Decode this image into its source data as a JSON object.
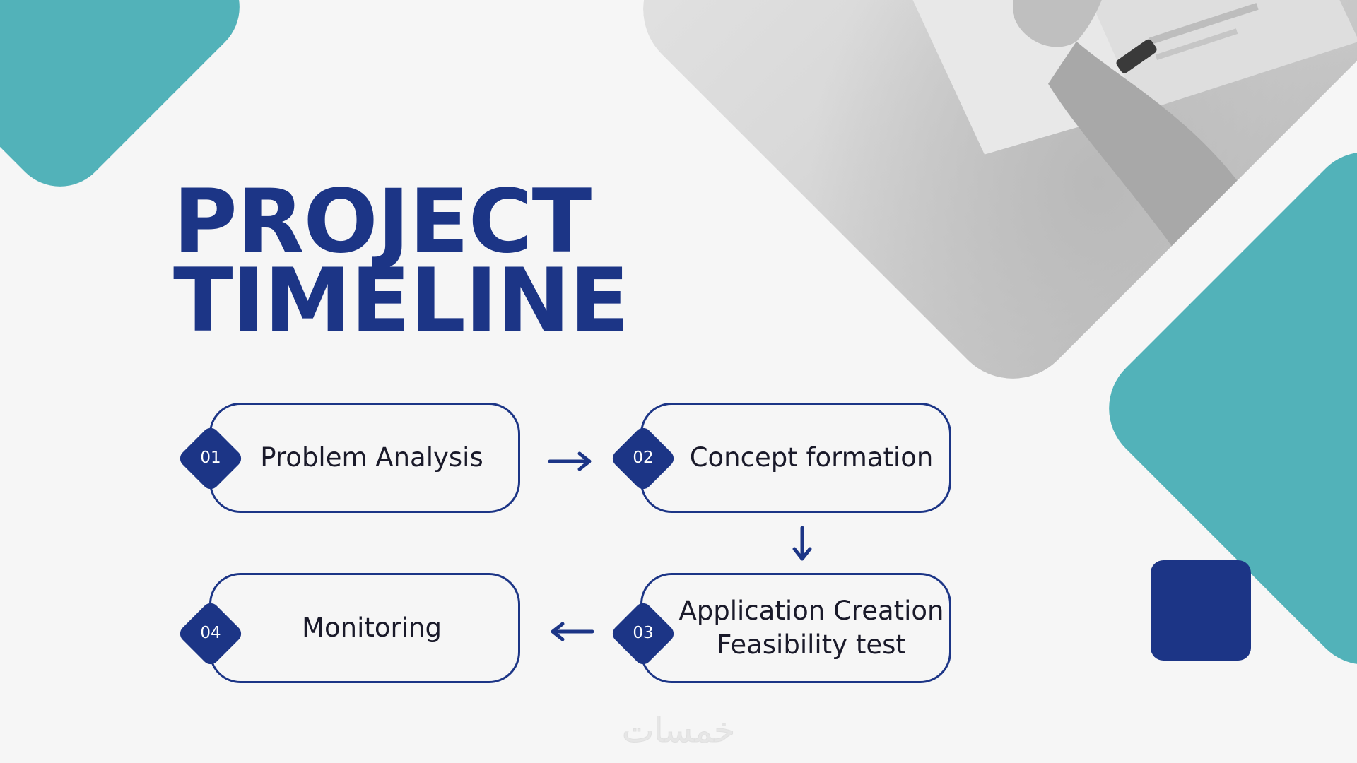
{
  "title": {
    "line1": "PROJECT",
    "line2": "TIMELINE"
  },
  "steps": [
    {
      "number": "01",
      "label": "Problem Analysis"
    },
    {
      "number": "02",
      "label": "Concept formation"
    },
    {
      "number": "03",
      "label": "Application Creation\nFeasibility test"
    },
    {
      "number": "04",
      "label": "Monitoring"
    }
  ],
  "watermark": {
    "text": "خمسات"
  },
  "colors": {
    "navy": "#1c3586",
    "teal": "#52b2b9",
    "background": "#f6f6f6"
  },
  "icons": [
    "arrow-right-icon",
    "arrow-down-icon",
    "arrow-left-icon"
  ]
}
